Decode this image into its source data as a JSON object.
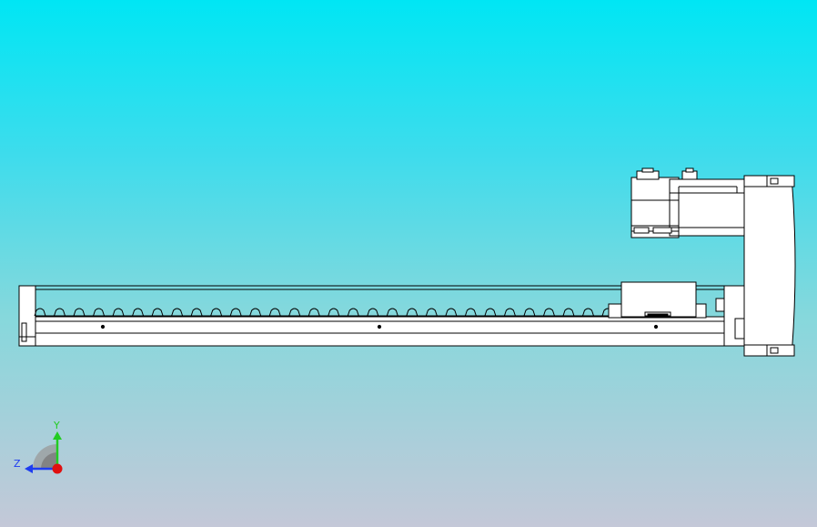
{
  "viewport": {
    "background_top": "#00e6f4",
    "background_bottom": "#c4c8d8"
  },
  "model": {
    "line_color": "#000000",
    "face_color": "#ffffff",
    "belt_teeth_count": 30
  },
  "triad": {
    "y_label": "Y",
    "z_label": "Z",
    "y_color": "#22cc22",
    "z_color": "#1e3cf0",
    "x_color": "#e01010",
    "arc_color": "#8a8a8a"
  }
}
